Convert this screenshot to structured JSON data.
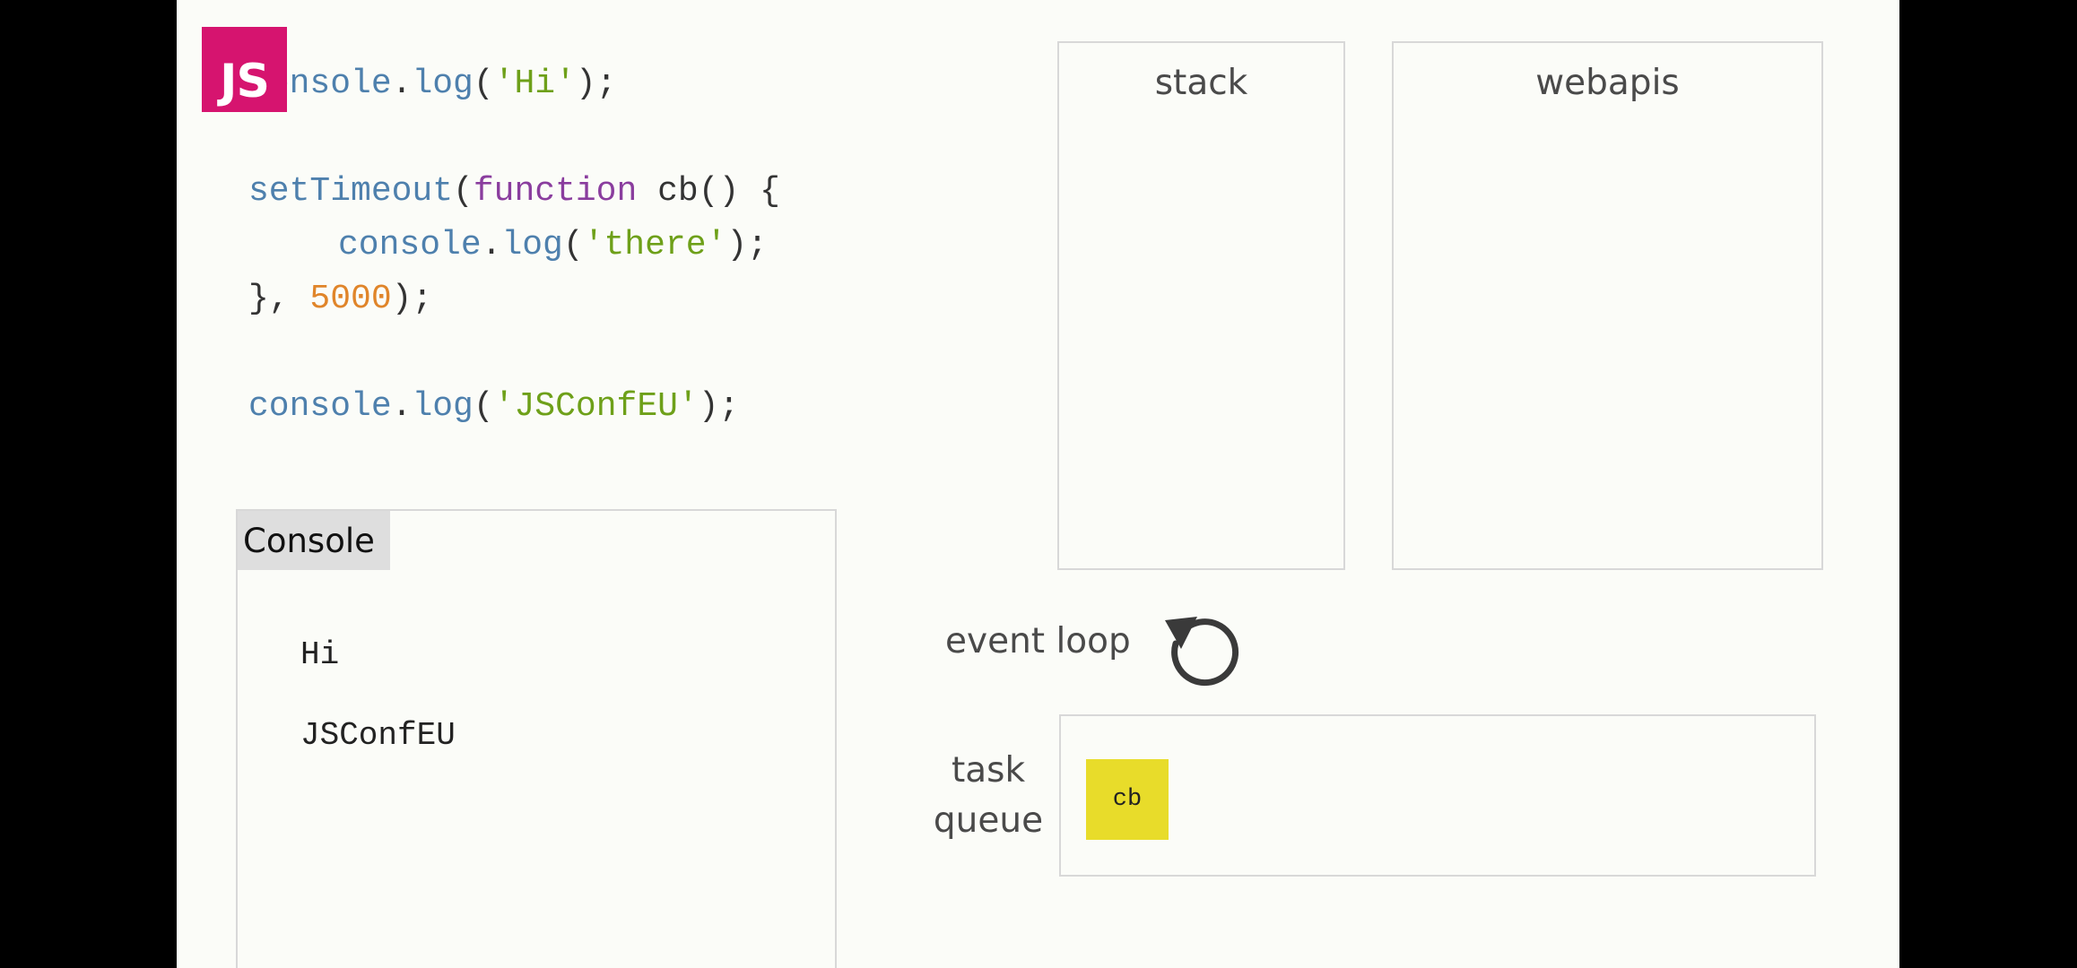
{
  "logo": {
    "text": "JS",
    "color": "#d6146f"
  },
  "code": {
    "line1": {
      "part1": "console",
      "part2": ".",
      "part3": "log",
      "part4": "(",
      "part5": "'Hi'",
      "part6": ");"
    },
    "line2": {
      "part1": "setTimeout",
      "part2": "(",
      "part3": "function",
      "part4": " cb() {"
    },
    "line3": {
      "part1": "console",
      "part2": ".",
      "part3": "log",
      "part4": "(",
      "part5": "'there'",
      "part6": ");"
    },
    "line4": {
      "part1": "}, ",
      "part2": "5000",
      "part3": ");"
    },
    "line5": {
      "part1": "console",
      "part2": ".",
      "part3": "log",
      "part4": "(",
      "part5": "'JSConfEU'",
      "part6": ");"
    }
  },
  "console": {
    "label": "Console",
    "lines": [
      "Hi",
      "JSConfEU"
    ]
  },
  "stack": {
    "title": "stack"
  },
  "webapis": {
    "title": "webapis"
  },
  "event_loop": {
    "label": "event loop",
    "icon": "refresh-arrow-icon"
  },
  "task_queue": {
    "label_line1": "task",
    "label_line2": "queue",
    "items": [
      "cb"
    ],
    "item_color": "#e8dc2a"
  }
}
